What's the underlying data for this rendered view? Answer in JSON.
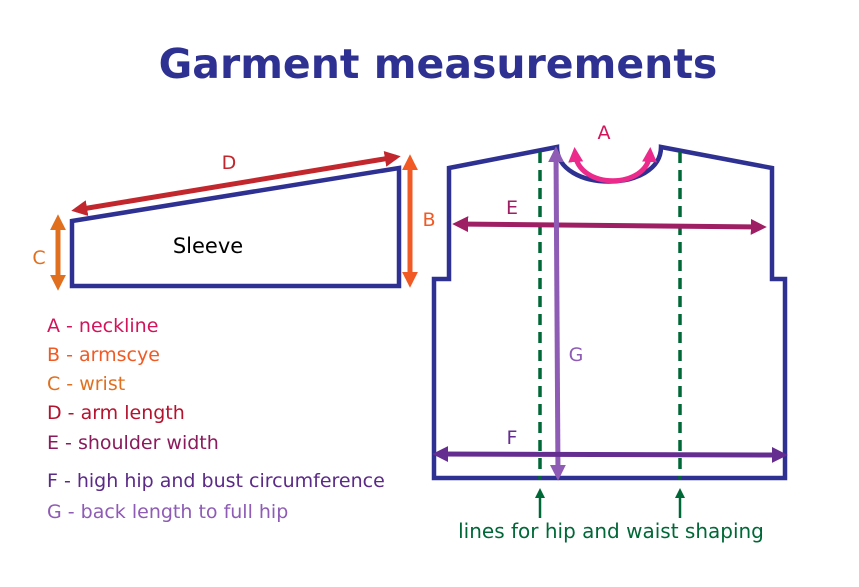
{
  "title": "Garment measurements",
  "sleeve_label": "Sleeve",
  "labels": {
    "A": "A",
    "B": "B",
    "C": "C",
    "D": "D",
    "E": "E",
    "F": "F",
    "G": "G"
  },
  "legend": [
    {
      "text": "A - neckline",
      "color": "#d4145a"
    },
    {
      "text": "B - armscye",
      "color": "#f15a24"
    },
    {
      "text": "C - wrist",
      "color": "#e07020"
    },
    {
      "text": "D - arm length",
      "color": "#b5122e"
    },
    {
      "text": "E - shoulder width",
      "color": "#8b1a5c"
    },
    {
      "text": "F - high hip and bust circumference",
      "color": "#5b2a86"
    },
    {
      "text": "G - back length to full hip",
      "color": "#8e5bb5"
    }
  ],
  "caption": "lines for hip and waist shaping",
  "colors": {
    "outline": "#2e3192",
    "title": "#2e3192",
    "A": "#ec2a8c",
    "A_label": "#d4145a",
    "B": "#f15a24",
    "C": "#e07020",
    "D": "#c1272d",
    "E": "#9e1f63",
    "F": "#662d91",
    "G": "#8e5bb5",
    "shaping": "#006837"
  }
}
